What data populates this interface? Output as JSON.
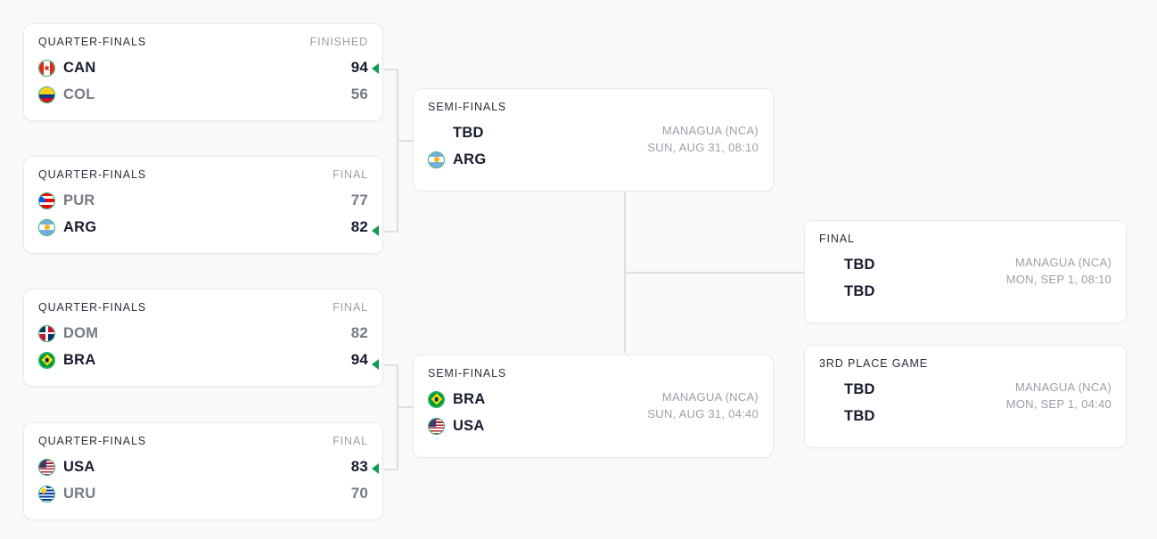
{
  "bracket": {
    "quarterfinals": [
      {
        "round": "QUARTER-FINALS",
        "status": "FINISHED",
        "teams": [
          {
            "code": "CAN",
            "score": "94",
            "flag": "flag-canada",
            "winner": true
          },
          {
            "code": "COL",
            "score": "56",
            "flag": "flag-colombia",
            "winner": false
          }
        ]
      },
      {
        "round": "QUARTER-FINALS",
        "status": "FINAL",
        "teams": [
          {
            "code": "PUR",
            "score": "77",
            "flag": "flag-puerto-rico",
            "winner": false
          },
          {
            "code": "ARG",
            "score": "82",
            "flag": "flag-argentina",
            "winner": true
          }
        ]
      },
      {
        "round": "QUARTER-FINALS",
        "status": "FINAL",
        "teams": [
          {
            "code": "DOM",
            "score": "82",
            "flag": "flag-dominican-republic",
            "winner": false
          },
          {
            "code": "BRA",
            "score": "94",
            "flag": "flag-brazil",
            "winner": true
          }
        ]
      },
      {
        "round": "QUARTER-FINALS",
        "status": "FINAL",
        "teams": [
          {
            "code": "USA",
            "score": "83",
            "flag": "flag-usa",
            "winner": true
          },
          {
            "code": "URU",
            "score": "70",
            "flag": "flag-uruguay",
            "winner": false
          }
        ]
      }
    ],
    "semifinals": [
      {
        "round": "SEMI-FINALS",
        "venue": "MANAGUA (NCA)",
        "datetime": "SUN, AUG 31, 08:10",
        "teams": [
          {
            "code": "TBD",
            "flag": "none"
          },
          {
            "code": "ARG",
            "flag": "flag-argentina"
          }
        ]
      },
      {
        "round": "SEMI-FINALS",
        "venue": "MANAGUA (NCA)",
        "datetime": "SUN, AUG 31, 04:40",
        "teams": [
          {
            "code": "BRA",
            "flag": "flag-brazil"
          },
          {
            "code": "USA",
            "flag": "flag-usa"
          }
        ]
      }
    ],
    "final": {
      "round": "FINAL",
      "venue": "MANAGUA (NCA)",
      "datetime": "MON, SEP 1, 08:10",
      "teams": [
        {
          "code": "TBD",
          "flag": "none"
        },
        {
          "code": "TBD",
          "flag": "none"
        }
      ]
    },
    "third_place": {
      "round": "3RD PLACE GAME",
      "venue": "MANAGUA (NCA)",
      "datetime": "MON, SEP 1, 04:40",
      "teams": [
        {
          "code": "TBD",
          "flag": "none"
        },
        {
          "code": "TBD",
          "flag": "none"
        }
      ]
    }
  },
  "colors": {
    "background": "#f8f9fa",
    "card": "#ffffff",
    "border": "#e8eaed",
    "connector": "#dcdee2",
    "winner_arrow": "#119a55",
    "flag_ring": "#2fae6b",
    "text_dark": "#181c2e",
    "text_muted": "#767c85",
    "label_muted": "#9aa0a8"
  }
}
